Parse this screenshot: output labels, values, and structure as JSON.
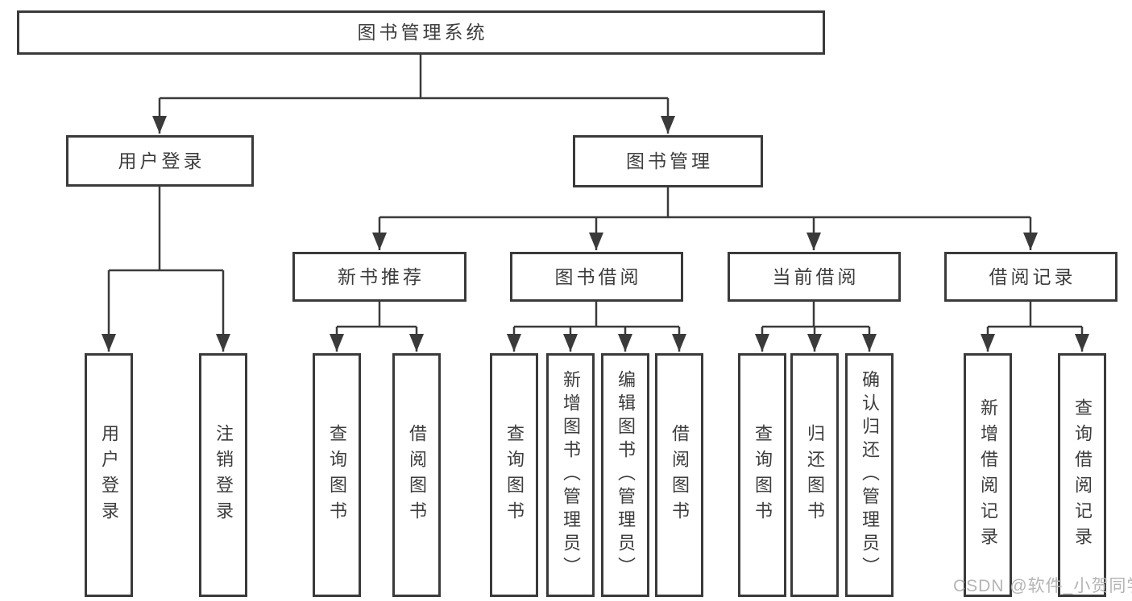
{
  "tree": {
    "root": {
      "label": "图书管理系统",
      "children": [
        {
          "label": "用户登录",
          "children": [
            {
              "label": "用户登录"
            },
            {
              "label": "注销登录"
            }
          ]
        },
        {
          "label": "图书管理",
          "children": [
            {
              "label": "新书推荐",
              "children": [
                {
                  "label": "查询图书"
                },
                {
                  "label": "借阅图书"
                }
              ]
            },
            {
              "label": "图书借阅",
              "children": [
                {
                  "label": "查询图书"
                },
                {
                  "label": "新增图书（管理员）"
                },
                {
                  "label": "编辑图书（管理员）"
                },
                {
                  "label": "借阅图书"
                }
              ]
            },
            {
              "label": "当前借阅",
              "children": [
                {
                  "label": "查询图书"
                },
                {
                  "label": "归还图书"
                },
                {
                  "label": "确认归还（管理员）"
                }
              ]
            },
            {
              "label": "借阅记录",
              "children": [
                {
                  "label": "新增借阅记录"
                },
                {
                  "label": "查询借阅记录"
                }
              ]
            }
          ]
        }
      ]
    }
  },
  "watermark": {
    "text": "CSDN @软件_小贺同学"
  },
  "colors": {
    "line": "#3a3a3a",
    "text": "#3d3d3d",
    "box_background": "#ffffff",
    "watermark": "#b5b5b5"
  }
}
